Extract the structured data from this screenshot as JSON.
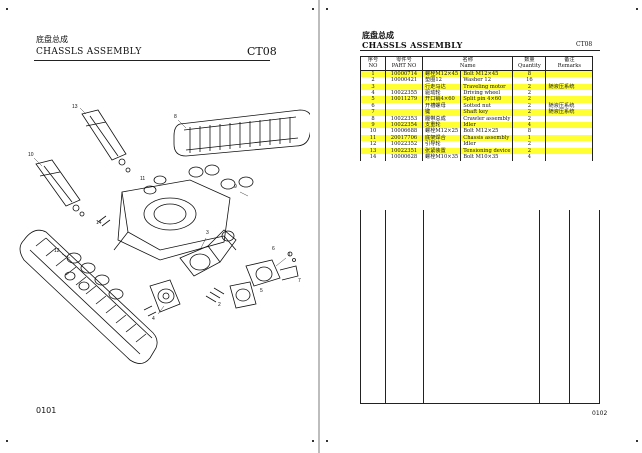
{
  "left_page": {
    "title_cn": "底盘总成",
    "title_en": "CHASSLS ASSEMBLY",
    "code": "CT08",
    "page_number": "0101",
    "callouts": [
      "1",
      "2",
      "3",
      "4",
      "5",
      "6",
      "7",
      "8",
      "9",
      "10",
      "11",
      "12",
      "13",
      "14"
    ]
  },
  "right_page": {
    "title_cn": "底盘总成",
    "title_en": "CHASSLS ASSEMBLY",
    "code": "CT08",
    "page_number": "0102",
    "table": {
      "headers": {
        "no_cn": "序号",
        "no_en": "NO",
        "part_cn": "零件号",
        "part_en": "PART NO",
        "name_cn": "名称",
        "name_en": "Name",
        "qty_cn": "数量",
        "qty_en": "Quantity",
        "remarks_cn": "备注",
        "remarks_en": "Remarks"
      },
      "rows": [
        {
          "no": "1",
          "part": "10000714",
          "cn": "螺栓M12×45",
          "en": "Bolt M12×45",
          "qty": "8",
          "remarks": "",
          "highlight": true
        },
        {
          "no": "2",
          "part": "10000421",
          "cn": "垫圈12",
          "en": "Washer 12",
          "qty": "16",
          "remarks": "",
          "highlight": false
        },
        {
          "no": "3",
          "part": "",
          "cn": "行走马达",
          "en": "Traveling motor",
          "qty": "2",
          "remarks": "随液压系统",
          "highlight": true
        },
        {
          "no": "4",
          "part": "10022355",
          "cn": "驱动轮",
          "en": "Driving wheel",
          "qty": "2",
          "remarks": "",
          "highlight": false
        },
        {
          "no": "5",
          "part": "10011279",
          "cn": "开口销4×60",
          "en": "Split pin 4×60",
          "qty": "2",
          "remarks": "",
          "highlight": true
        },
        {
          "no": "6",
          "part": "",
          "cn": "开槽螺母",
          "en": "Sotted nut",
          "qty": "2",
          "remarks": "随液压系统",
          "highlight": false
        },
        {
          "no": "7",
          "part": "",
          "cn": "键",
          "en": "Shaft key",
          "qty": "2",
          "remarks": "随液压系统",
          "highlight": true
        },
        {
          "no": "8",
          "part": "10022353",
          "cn": "履带总成",
          "en": "Crawler assembly",
          "qty": "2",
          "remarks": "",
          "highlight": false
        },
        {
          "no": "9",
          "part": "10022354",
          "cn": "支重轮",
          "en": "Idler",
          "qty": "4",
          "remarks": "",
          "highlight": true
        },
        {
          "no": "10",
          "part": "10006688",
          "cn": "螺栓M12×25",
          "en": "Bolt M12×25",
          "qty": "8",
          "remarks": "",
          "highlight": false
        },
        {
          "no": "11",
          "part": "20017706",
          "cn": "底架焊合",
          "en": "Chassis assembly",
          "qty": "1",
          "remarks": "",
          "highlight": true
        },
        {
          "no": "12",
          "part": "10022352",
          "cn": "引导轮",
          "en": "Idler",
          "qty": "2",
          "remarks": "",
          "highlight": false
        },
        {
          "no": "13",
          "part": "10022351",
          "cn": "张紧装置",
          "en": "Tensioning device",
          "qty": "2",
          "remarks": "",
          "highlight": true
        },
        {
          "no": "14",
          "part": "10000628",
          "cn": "螺栓M10×35",
          "en": "Bolt M10×35",
          "qty": "4",
          "remarks": "",
          "highlight": false
        }
      ]
    }
  }
}
